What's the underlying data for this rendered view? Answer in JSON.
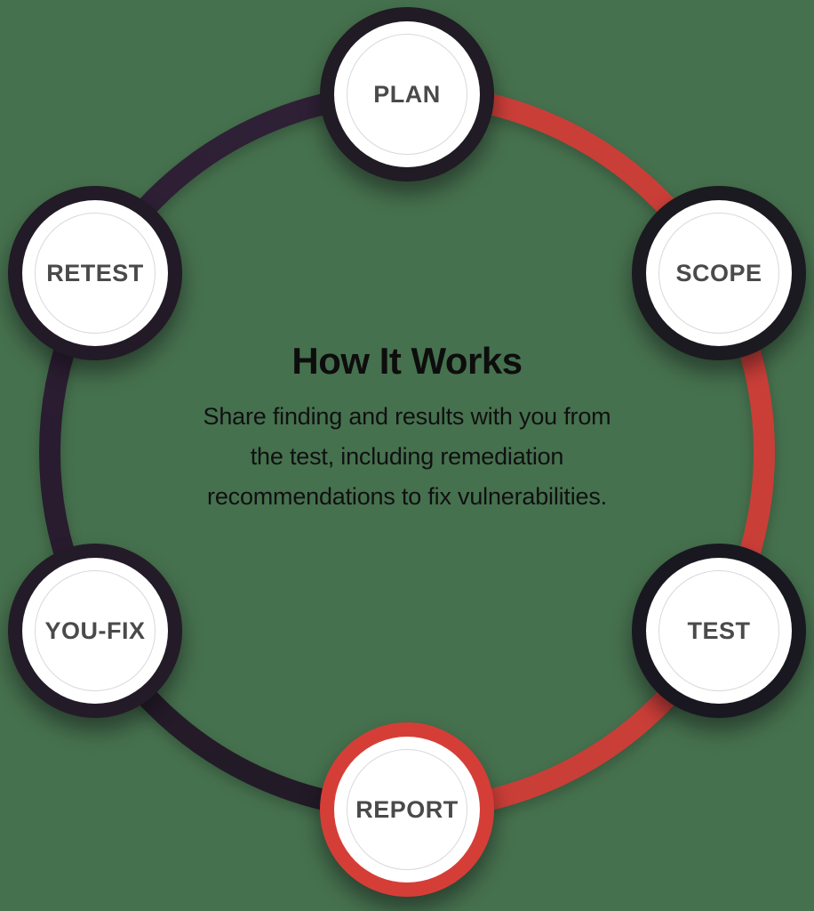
{
  "background_color": "#46714e",
  "center": {
    "title": "How It Works",
    "description_lines": [
      "Share finding and results with you from",
      "the test, including remediation",
      "recommendations to fix vulnerabilities."
    ]
  },
  "nodes": [
    {
      "label": "PLAN",
      "position": "top",
      "ring_color": "#201b24",
      "highlighted": false
    },
    {
      "label": "SCOPE",
      "position": "top-right",
      "ring_color": "#1b1a20",
      "highlighted": false
    },
    {
      "label": "TEST",
      "position": "bottom-right",
      "ring_color": "#191821",
      "highlighted": false
    },
    {
      "label": "REPORT",
      "position": "bottom",
      "ring_color": "#d53e37",
      "highlighted": true
    },
    {
      "label": "YOU-FIX",
      "position": "bottom-left",
      "ring_color": "#241b28",
      "highlighted": false
    },
    {
      "label": "RETEST",
      "position": "top-left",
      "ring_color": "#221a26",
      "highlighted": false
    }
  ],
  "colors": {
    "background_color": "#46714e",
    "red_arc": "#ca3e38",
    "dark_arc_top": "#2f2036",
    "dark_arc_mid": "#2a1c30",
    "dark_arc_bottom": "#221a26",
    "label_text": "#4a4a4b",
    "heading_text": "#0d0d0e",
    "body_text": "#101012",
    "inner_outline": "#d9d9d9",
    "highlight_red": "#d53e37"
  }
}
